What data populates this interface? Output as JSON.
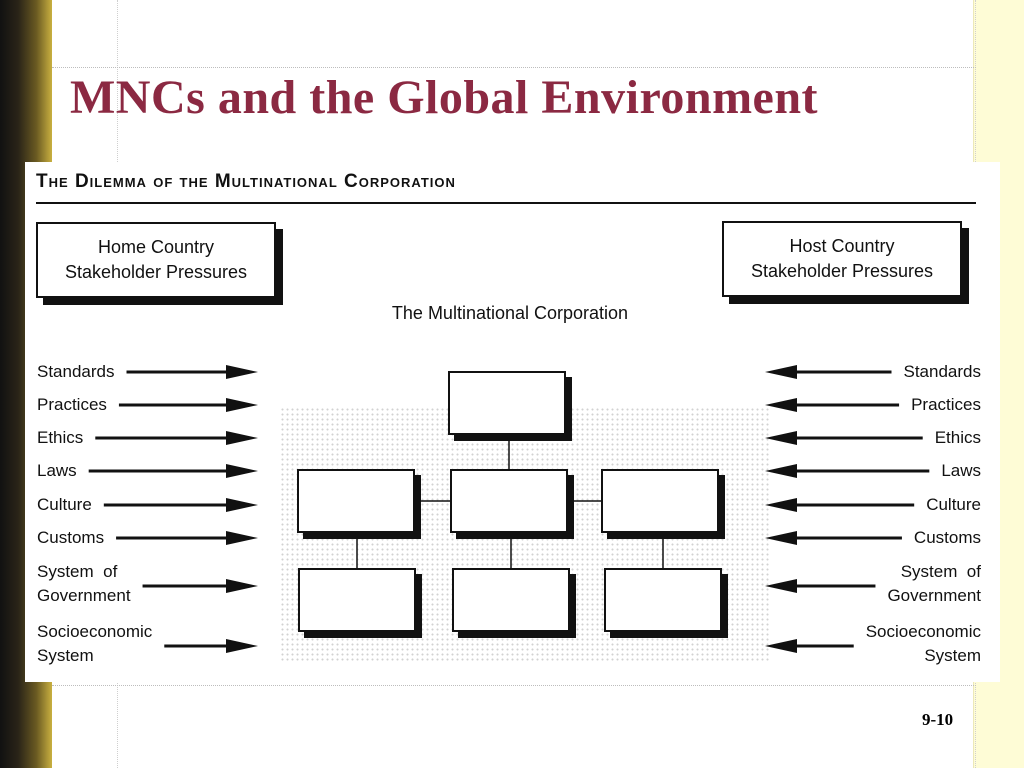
{
  "slide": {
    "title": "MNCs and the Global Environment",
    "page_number": "9-10",
    "title_color": "#8b2942"
  },
  "figure": {
    "title": "The Dilemma of the Multinational Corporation",
    "home_box": {
      "line1": "Home Country",
      "line2": "Stakeholder Pressures"
    },
    "host_box": {
      "line1": "Host Country",
      "line2": "Stakeholder Pressures"
    },
    "center_label": "The Multinational Corporation",
    "left_factors": [
      [
        "Standards"
      ],
      [
        "Practices"
      ],
      [
        "Ethics"
      ],
      [
        "Laws"
      ],
      [
        "Culture"
      ],
      [
        "Customs"
      ],
      [
        "System  of",
        "Government"
      ],
      [
        "Socioeconomic",
        "System"
      ]
    ],
    "right_factors": [
      [
        "Standards"
      ],
      [
        "Practices"
      ],
      [
        "Ethics"
      ],
      [
        "Laws"
      ],
      [
        "Culture"
      ],
      [
        "Customs"
      ],
      [
        "System  of",
        "Government"
      ],
      [
        "Socioeconomic",
        "System"
      ]
    ],
    "org_chart": {
      "levels": [
        1,
        3,
        3
      ]
    }
  }
}
